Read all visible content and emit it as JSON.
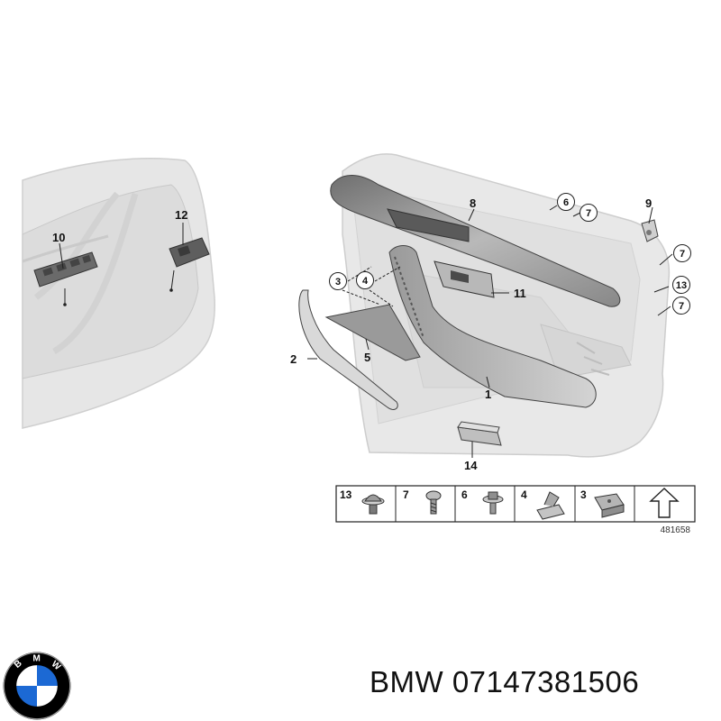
{
  "callouts": {
    "c1": "1",
    "c2": "2",
    "c3": "3",
    "c4": "4",
    "c5": "5",
    "c6": "6",
    "c7a": "7",
    "c7b": "7",
    "c7c": "7",
    "c8": "8",
    "c9": "9",
    "c10": "10",
    "c11": "11",
    "c12": "12",
    "c13": "13",
    "c14": "14"
  },
  "parts_strip": {
    "items": [
      {
        "number": "13",
        "icon": "clip-nut-icon"
      },
      {
        "number": "7",
        "icon": "screw-icon"
      },
      {
        "number": "6",
        "icon": "flange-bolt-icon"
      },
      {
        "number": "4",
        "icon": "spring-clip-icon"
      },
      {
        "number": "3",
        "icon": "bracket-clip-icon"
      },
      {
        "number": "",
        "icon": "up-arrow-icon"
      }
    ],
    "figure_number": "481658"
  },
  "logo": {
    "brand_letters": "BMW",
    "colors": {
      "blue": "#1c69d4",
      "ring": "#000000",
      "white": "#ffffff"
    }
  },
  "footer": {
    "text": "BMW 07147381506"
  },
  "colors": {
    "panel": "#e6e6e6",
    "panel_edge": "#c9c9c9",
    "dark_part": "#8a8a8a",
    "line": "#222222"
  }
}
